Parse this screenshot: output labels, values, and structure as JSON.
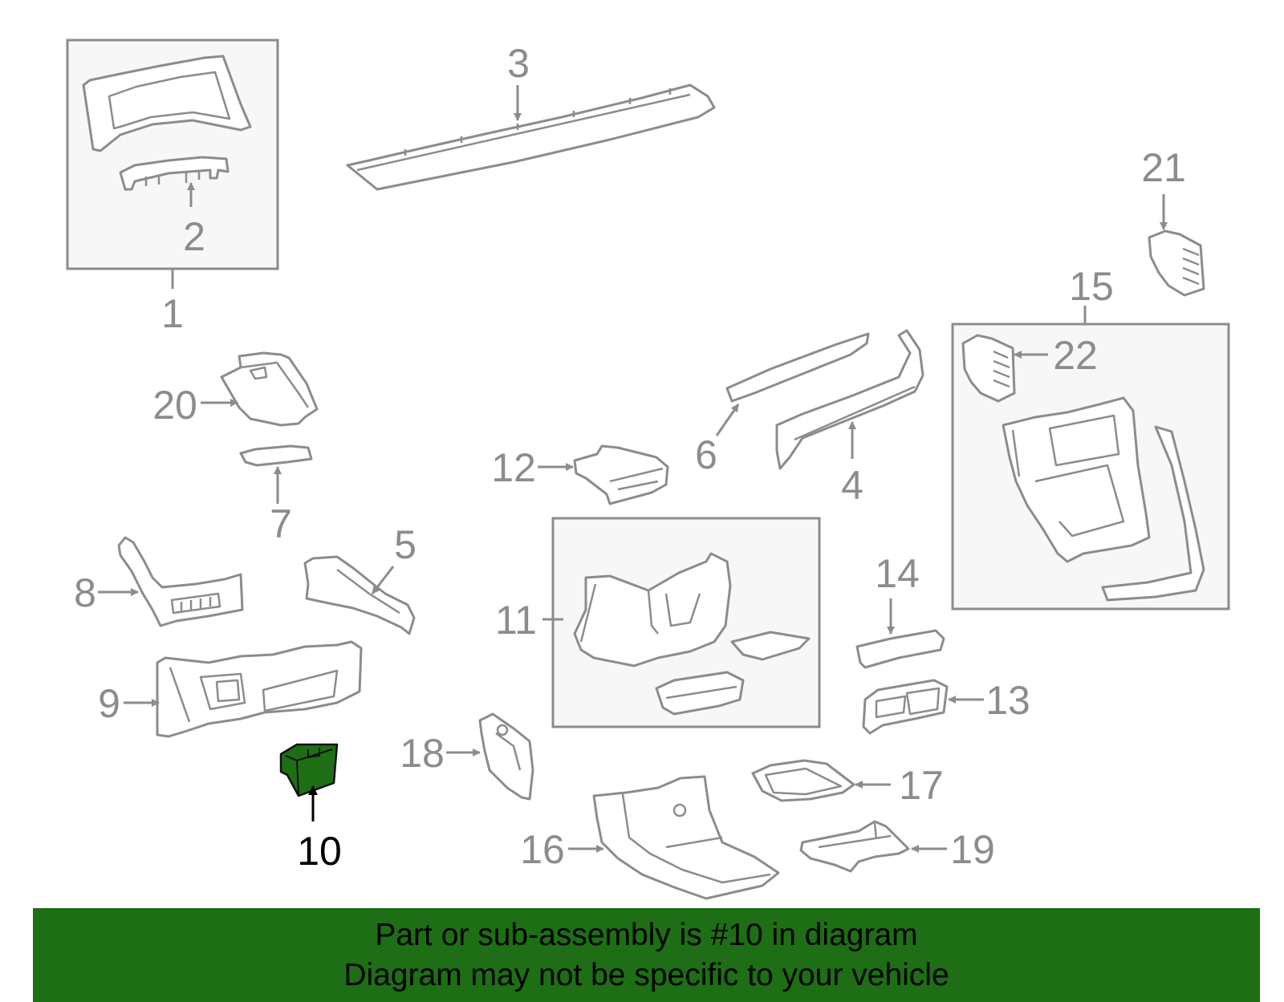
{
  "diagram": {
    "highlighted_part": "10",
    "callouts": [
      "1",
      "2",
      "3",
      "4",
      "5",
      "6",
      "7",
      "8",
      "9",
      "10",
      "11",
      "12",
      "13",
      "14",
      "15",
      "16",
      "17",
      "18",
      "19",
      "20",
      "21",
      "22"
    ]
  },
  "colors": {
    "highlight": "#1d6e14",
    "line": "#8c8c8c",
    "box_fill": "#f7f7f7"
  },
  "banner": {
    "line1": "Part or sub-assembly is #10 in diagram",
    "line2": "Diagram may not be specific to your vehicle"
  }
}
